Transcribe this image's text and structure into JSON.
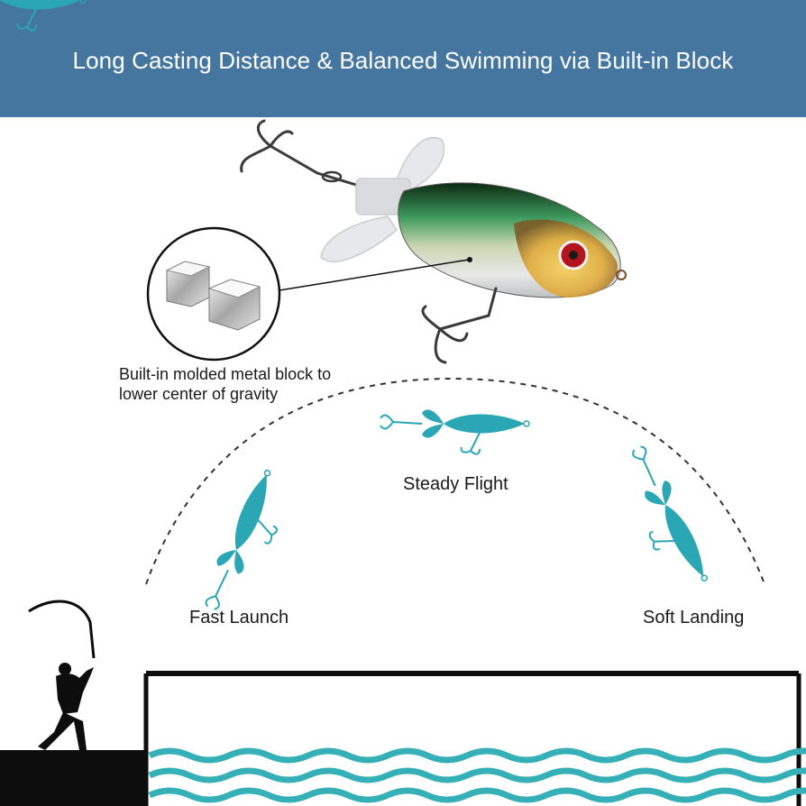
{
  "banner": {
    "title": "Long Casting Distance & Balanced Swimming via Built-in Block",
    "color": "#44769f"
  },
  "callout": {
    "description": "Built-in molded metal block to lower center of gravity"
  },
  "stages": [
    {
      "label": "Fast Launch"
    },
    {
      "label": "Steady Flight"
    },
    {
      "label": "Soft Landing"
    }
  ],
  "colors": {
    "lure_silhouette": "#2aa6b5",
    "water": "#35b0b6",
    "ink": "#1a1a1a"
  }
}
